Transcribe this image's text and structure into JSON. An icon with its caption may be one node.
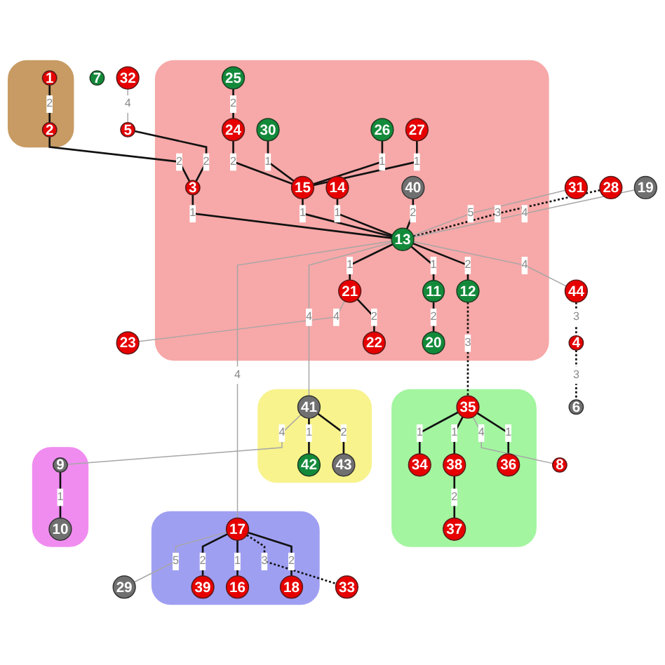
{
  "diagram": {
    "nodes": [
      {
        "text": [],
        "shape": "band"
      },
      {
        "text": [
          "25"
        ],
        "in": 0
      },
      {
        "text": [
          "24"
        ],
        "in": 0
      },
      {
        "text": [
          "30"
        ],
        "in": 0
      },
      {
        "text": [
          "26"
        ],
        "in": 0
      },
      {
        "text": [
          "27"
        ],
        "in": 0
      },
      {
        "text": [
          "15"
        ],
        "in": 0
      },
      {
        "text": [
          "3"
        ],
        "in": 0
      },
      {
        "text": [
          "13"
        ],
        "in": 0
      },
      {
        "text": [
          "14"
        ],
        "in": 0
      },
      {
        "text": [
          "12"
        ],
        "in": 0
      },
      {
        "text": [
          "40"
        ],
        "in": 0
      },
      {
        "text": [
          "11"
        ],
        "in": 0
      },
      {
        "text": [
          "21"
        ],
        "in": 0
      },
      {
        "text": [
          "20"
        ],
        "in": 0
      },
      {
        "text": [
          "22"
        ],
        "in": 0
      },
      {
        "text": [],
        "shape": "band"
      },
      {
        "text": [
          "1"
        ],
        "in": 16
      },
      {
        "text": [
          "2"
        ],
        "in": 16
      },
      {
        "text": [
          "7"
        ]
      },
      {
        "text": [
          "31"
        ]
      },
      {
        "text": [
          "28"
        ]
      },
      {
        "text": [
          "32"
        ]
      },
      {
        "text": [
          "5"
        ]
      },
      {
        "text": [
          "6"
        ]
      },
      {
        "text": [
          "4"
        ]
      },
      {
        "text": [
          "44"
        ]
      },
      {
        "text": [
          "19"
        ]
      },
      {
        "text": [
          "23"
        ]
      },
      {
        "text": [],
        "shape": "band"
      },
      {
        "text": [
          "36"
        ],
        "in": 29
      },
      {
        "text": [
          "35"
        ],
        "in": 29
      },
      {
        "text": [
          "38"
        ],
        "in": 29
      },
      {
        "text": [
          "37"
        ],
        "in": 29
      },
      {
        "text": [
          "34"
        ],
        "in": 29
      },
      {
        "text": [
          "8"
        ]
      },
      {
        "text": [],
        "shape": "band"
      },
      {
        "text": [
          "41"
        ],
        "in": 36
      },
      {
        "text": [
          "43"
        ],
        "in": 36
      },
      {
        "text": [
          "42"
        ],
        "in": 36
      },
      {
        "text": [],
        "shape": "band"
      },
      {
        "text": [
          "9"
        ],
        "in": 40
      },
      {
        "text": [
          "10"
        ],
        "in": 40
      },
      {
        "text": [],
        "shape": "band"
      },
      {
        "text": [
          "17"
        ],
        "in": 43
      },
      {
        "text": [
          "18"
        ],
        "in": 43
      },
      {
        "text": [
          "16"
        ],
        "in": 43
      },
      {
        "text": [
          "39"
        ],
        "in": 43
      },
      {
        "text": [
          "33"
        ]
      },
      {
        "text": [
          "29"
        ]
      }
    ],
    "edges": [
      {
        "from": 17,
        "to": 18,
        "arrow": "none",
        "label": "2"
      },
      {
        "from": 18,
        "to": 7,
        "arrow": "none",
        "label": "2"
      },
      {
        "from": 22,
        "to": 23,
        "arrow": "none",
        "label": "4",
        "color": "#a6a6a6"
      },
      {
        "from": 23,
        "to": 7,
        "arrow": "none",
        "label": "2"
      },
      {
        "from": 25,
        "to": 24,
        "arrow": "none",
        "label": "3",
        "style": "dashed"
      },
      {
        "from": 26,
        "to": 25,
        "arrow": "none",
        "label": "3",
        "style": "dashed"
      },
      {
        "from": 8,
        "to": 26,
        "arrow": "none",
        "label": "4",
        "color": "#a6a6a6"
      },
      {
        "from": 1,
        "to": 2,
        "arrow": "none",
        "label": "2"
      },
      {
        "from": 2,
        "to": 6,
        "arrow": "none",
        "label": "2"
      },
      {
        "from": 3,
        "to": 6,
        "arrow": "none",
        "label": "1"
      },
      {
        "from": 4,
        "to": 6,
        "arrow": "none",
        "label": "1"
      },
      {
        "from": 5,
        "to": 6,
        "arrow": "none",
        "label": "1"
      },
      {
        "from": 20,
        "to": 8,
        "arrow": "none",
        "label": "5",
        "color": "#a6a6a6"
      },
      {
        "from": 21,
        "to": 8,
        "arrow": "none",
        "label": "3",
        "style": "dashed"
      },
      {
        "from": 6,
        "to": 8,
        "arrow": "none",
        "label": "1"
      },
      {
        "from": 7,
        "to": 8,
        "arrow": "none",
        "label": "1"
      },
      {
        "from": 9,
        "to": 8,
        "arrow": "none",
        "label": "1"
      },
      {
        "from": 11,
        "to": 8,
        "arrow": "none",
        "label": "2"
      },
      {
        "from": 27,
        "to": 8,
        "arrow": "none",
        "label": "4",
        "color": "#a6a6a6"
      },
      {
        "from": 8,
        "to": 10,
        "arrow": "none",
        "label": "2"
      },
      {
        "from": 8,
        "to": 12,
        "arrow": "none",
        "label": "1"
      },
      {
        "from": 8,
        "to": 13,
        "arrow": "none",
        "label": "1"
      },
      {
        "from": 12,
        "to": 14,
        "arrow": "none",
        "label": "2"
      },
      {
        "from": 13,
        "to": 15,
        "arrow": "none",
        "label": "2"
      },
      {
        "from": 13,
        "to": 28,
        "arrow": "none",
        "label": "4",
        "color": "#a6a6a6"
      },
      {
        "from": 10,
        "to": 31,
        "arrow": "none",
        "label": "3",
        "style": "dashed"
      },
      {
        "from": 31,
        "to": 30,
        "arrow": "none",
        "label": "1"
      },
      {
        "from": 31,
        "to": 35,
        "arrow": "none",
        "label": "4",
        "color": "#a6a6a6"
      },
      {
        "from": 31,
        "to": 32,
        "arrow": "none",
        "label": "1"
      },
      {
        "from": 32,
        "to": 33,
        "arrow": "none",
        "label": "2"
      },
      {
        "from": 31,
        "to": 34,
        "arrow": "none",
        "label": "1"
      },
      {
        "from": 8,
        "to": 37,
        "arrow": "none",
        "label": "4",
        "color": "#a6a6a6"
      },
      {
        "from": 37,
        "to": 38,
        "arrow": "none",
        "label": "2"
      },
      {
        "from": 37,
        "to": 39,
        "arrow": "none",
        "label": "1"
      },
      {
        "from": 37,
        "to": 41,
        "arrow": "none",
        "label": "4",
        "color": "#a6a6a6"
      },
      {
        "from": 41,
        "to": 42,
        "arrow": "none",
        "label": "1"
      },
      {
        "from": 8,
        "to": 44,
        "arrow": "none",
        "label": "4",
        "color": "#a6a6a6"
      },
      {
        "from": 44,
        "to": 45,
        "arrow": "none",
        "label": "2"
      },
      {
        "from": 44,
        "to": 48,
        "arrow": "none",
        "label": "3",
        "style": "dashed"
      },
      {
        "from": 44,
        "to": 46,
        "arrow": "none",
        "label": "1"
      },
      {
        "from": 44,
        "to": 47,
        "arrow": "none",
        "label": "2"
      },
      {
        "from": 44,
        "to": 49,
        "arrow": "none",
        "label": "5",
        "color": "#a6a6a6"
      }
    ]
  }
}
